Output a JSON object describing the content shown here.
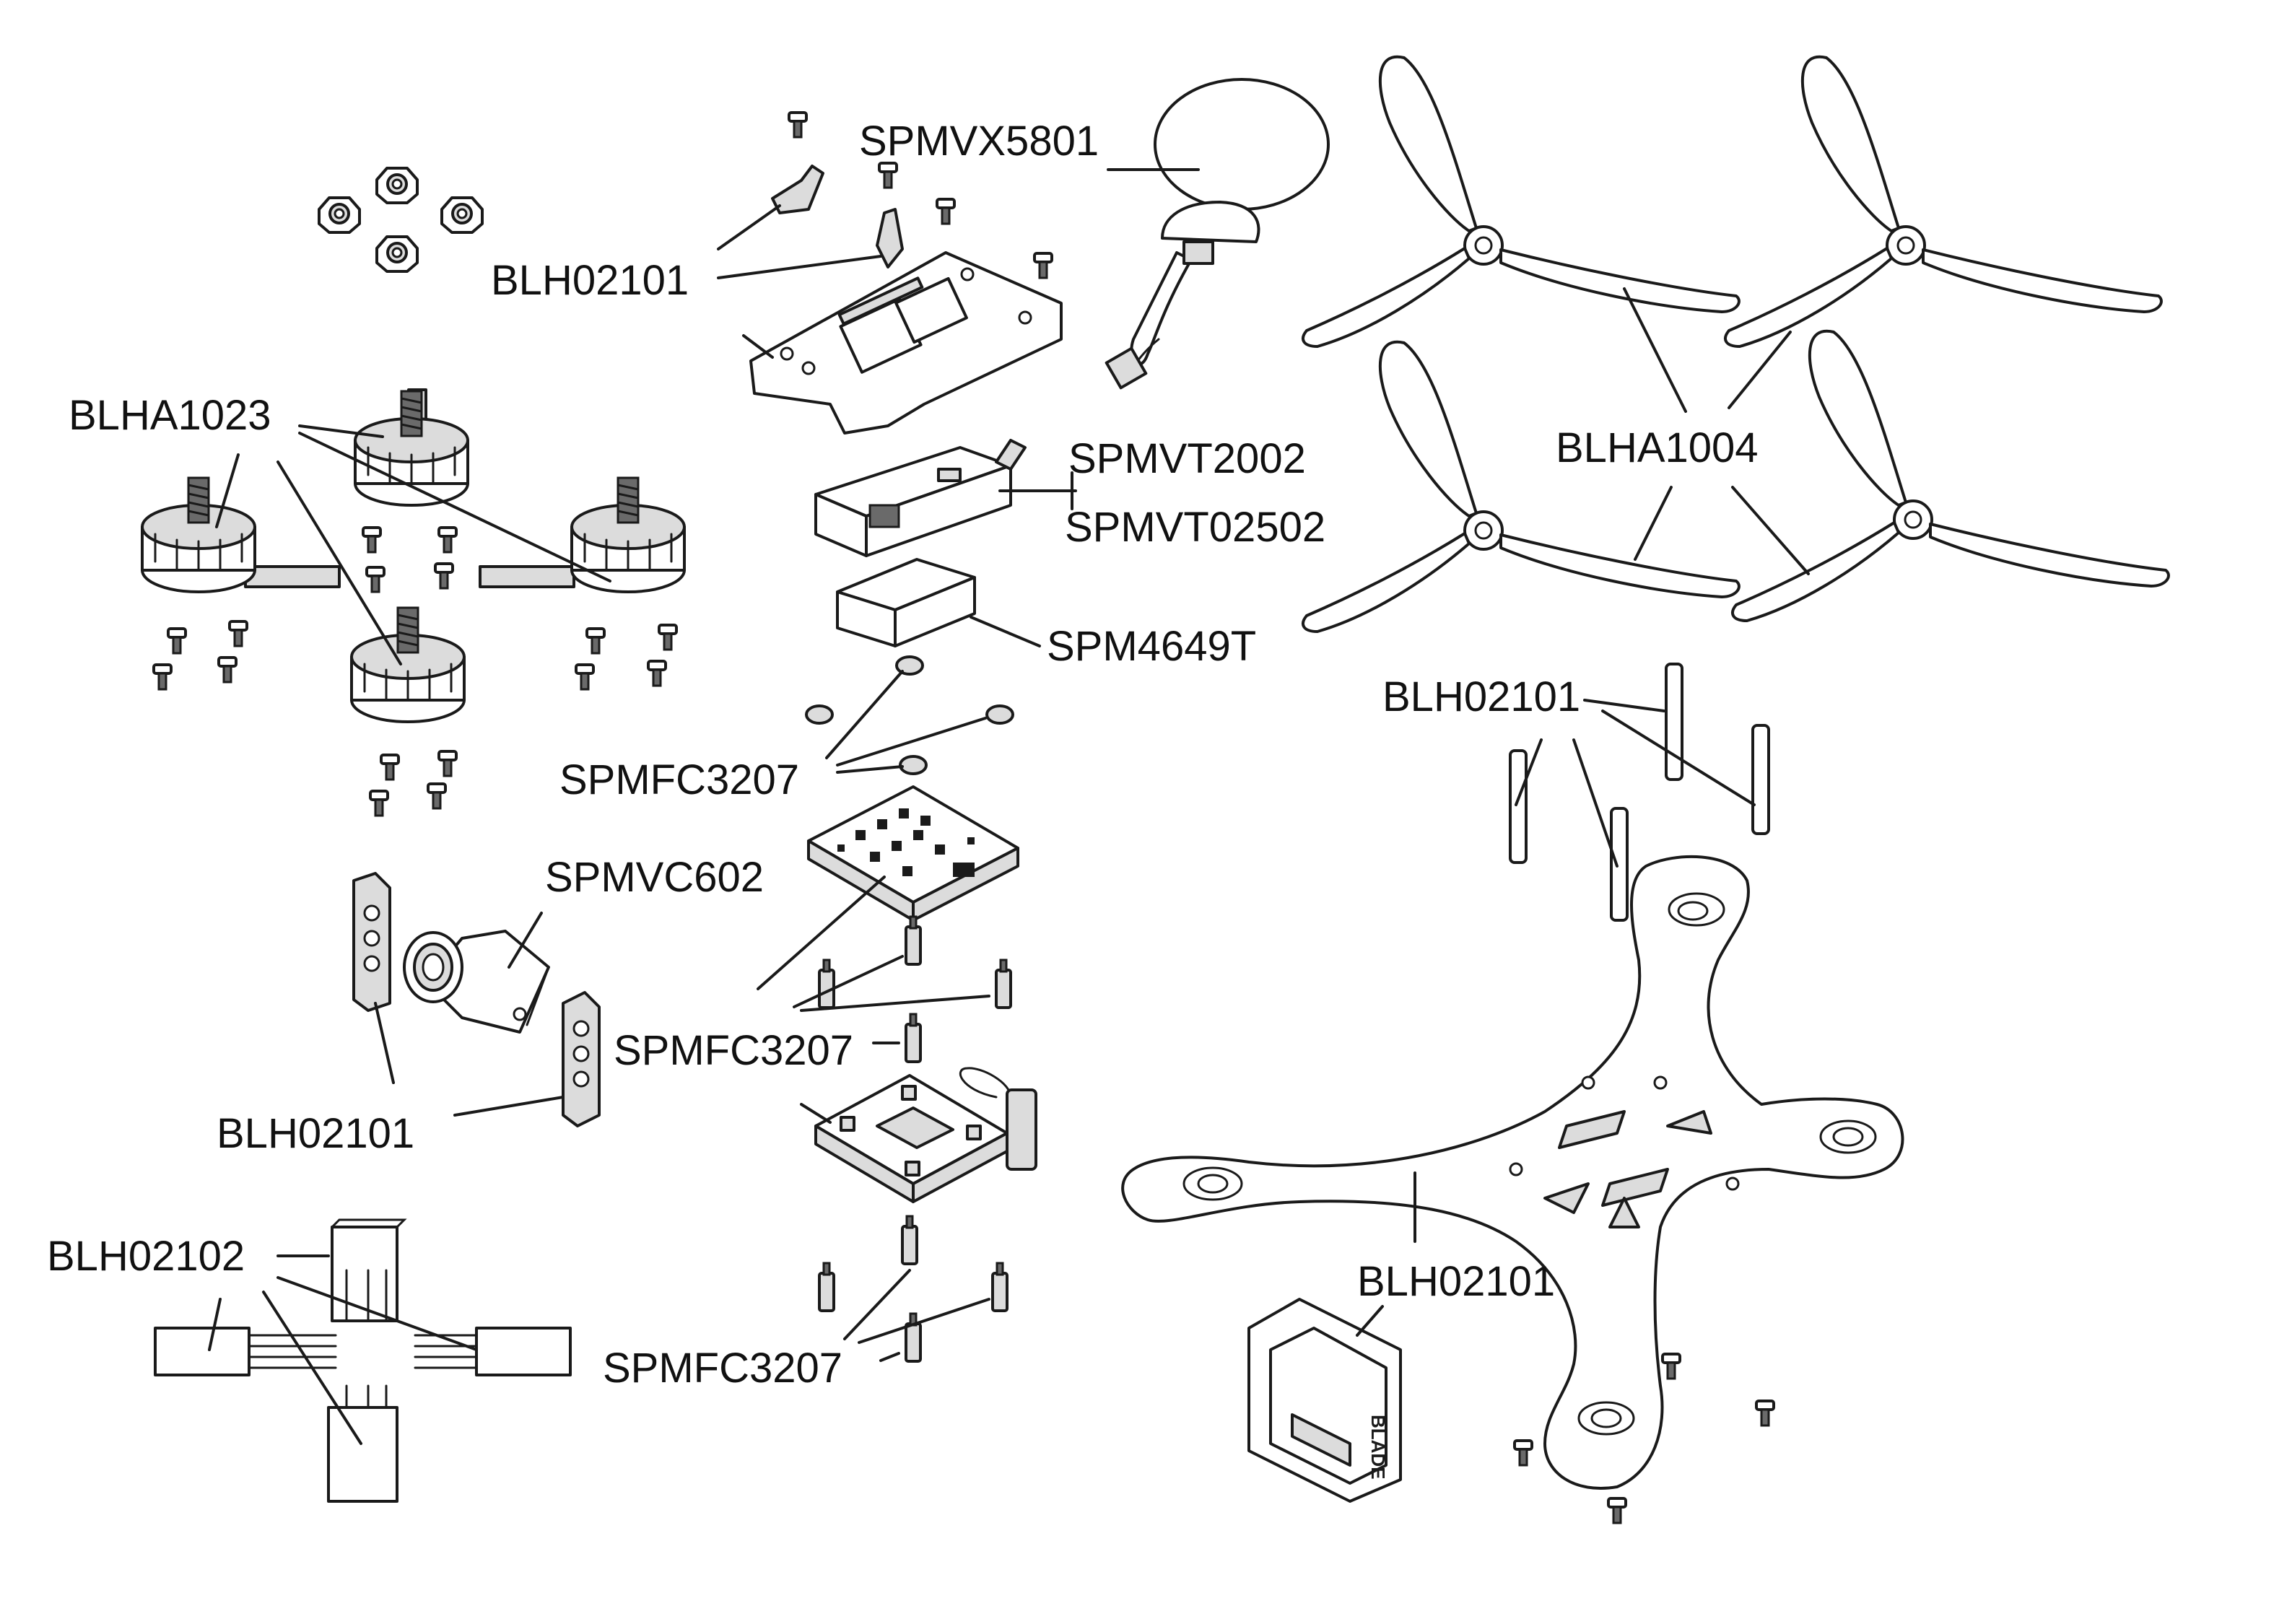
{
  "labels": {
    "spmvx5801": "SPMVX5801",
    "blh02101_top": "BLH02101",
    "blha1023": "BLHA1023",
    "spmvt2002": "SPMVT2002",
    "spmvt02502": "SPMVT02502",
    "spm4649t": "SPM4649T",
    "spmfc3207_a": "SPMFC3207",
    "spmvc602": "SPMVC602",
    "spmfc3207_b": "SPMFC3207",
    "blh02101_camera": "BLH02101",
    "blh02102": "BLH02102",
    "spmfc3207_c": "SPMFC3207",
    "blha1004": "BLHA1004",
    "blh02101_standoffs": "BLH02101",
    "blh02101_frame": "BLH02101",
    "battery_strap_brand": "BLADE"
  }
}
